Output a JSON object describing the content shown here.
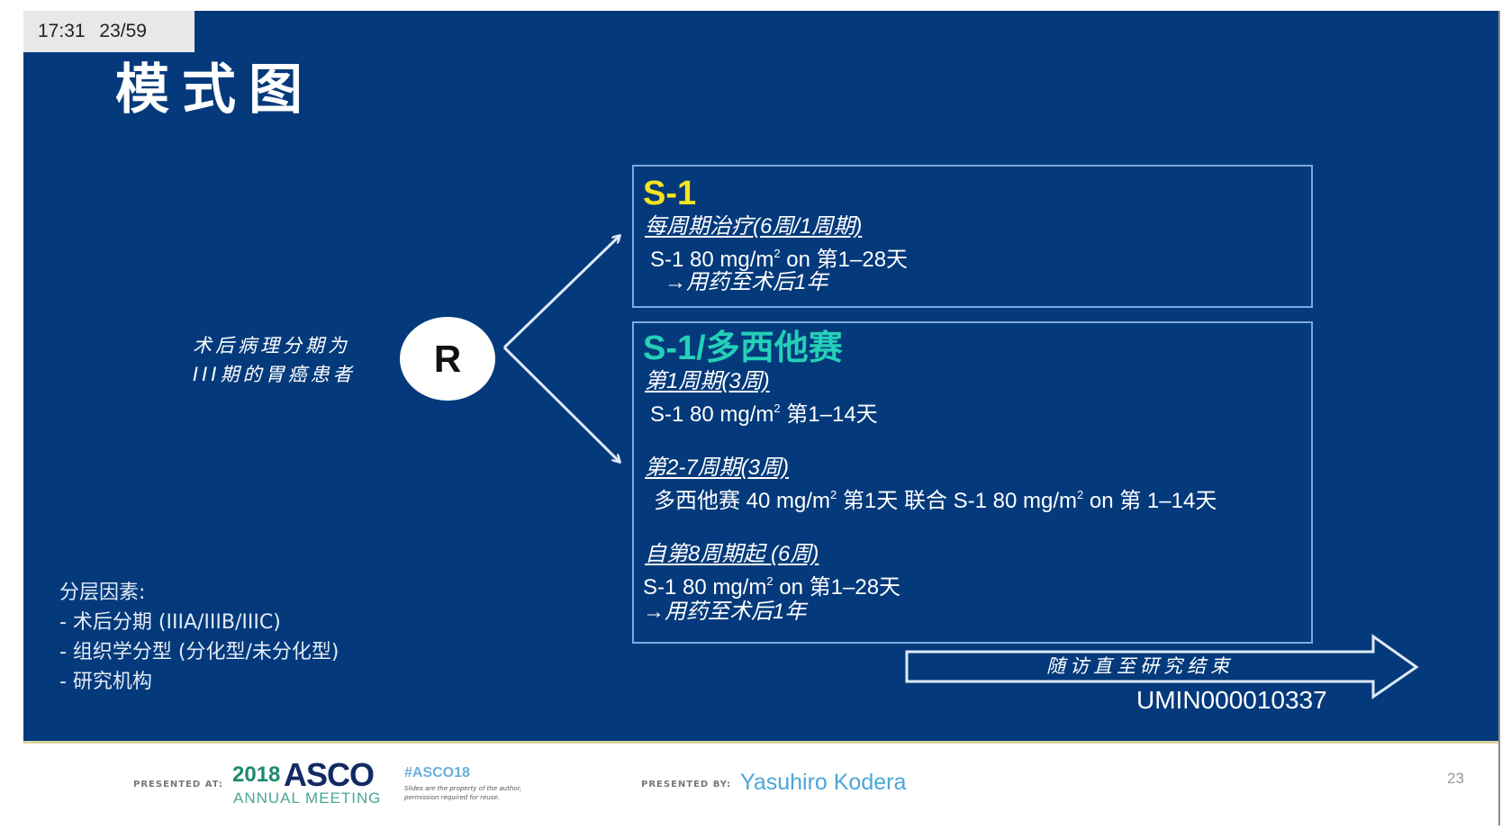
{
  "status_bar": {
    "time": "17:31",
    "slide_counter": "23/59"
  },
  "title": "模式图",
  "patients": {
    "line1": "术后病理分期为",
    "line2": "III期的胃癌患者"
  },
  "randomization": {
    "label": "R"
  },
  "arm_s1": {
    "heading": "S-1",
    "heading_color": "#f5e320",
    "schedule": "每周期治疗(6周/1周期)",
    "dose_prefix": "S-1 80 mg/m",
    "dose_sup": "2",
    "dose_suffix": " on 第1–28天",
    "duration": "→用药至术后1年"
  },
  "arm_s1_docetaxel": {
    "heading": "S-1/多西他赛",
    "heading_color": "#24d0b8",
    "cycle1": {
      "label": "第1周期(3周)",
      "dose_prefix": "S-1 80 mg/m",
      "dose_sup": "2",
      "dose_suffix": " 第1–14天"
    },
    "cycle2_7": {
      "label": "第2-7周期(3周)",
      "dose_part1": "多西他赛 40 mg/m",
      "dose_sup1": "2",
      "dose_part2": " 第1天 联合 S-1 80 mg/m",
      "dose_sup2": "2",
      "dose_part3": " on 第 1–14天"
    },
    "cycle8": {
      "label": "自第8周期起 (6周)",
      "dose_prefix": "S-1 80 mg/m",
      "dose_sup": "2",
      "dose_suffix": " on 第1–28天",
      "duration": "→用药至术后1年"
    }
  },
  "follow_up": "随访直至研究结束",
  "trial_id": "UMIN000010337",
  "stratification": {
    "title": "分层因素:",
    "items": [
      "- 术后分期 (IIIA/IIIB/IIIC)",
      "- 组织学分型  (分化型/未分化型)",
      "- 研究机构"
    ]
  },
  "footer": {
    "presented_at_label": "PRESENTED AT:",
    "meeting_year": "2018",
    "meeting_name": "ASCO",
    "meeting_sub": "ANNUAL MEETING",
    "hashtag": "#ASCO18",
    "disclaimer_line1": "Slides are the property of the author,",
    "disclaimer_line2": "permission required for reuse.",
    "presented_by_label": "PRESENTED BY:",
    "presenter": "Yasuhiro Kodera",
    "page_number": "23"
  },
  "colors": {
    "slide_bg": "#043a7b",
    "box_border": "#7ea8e2",
    "presenter": "#4ba6d8"
  }
}
